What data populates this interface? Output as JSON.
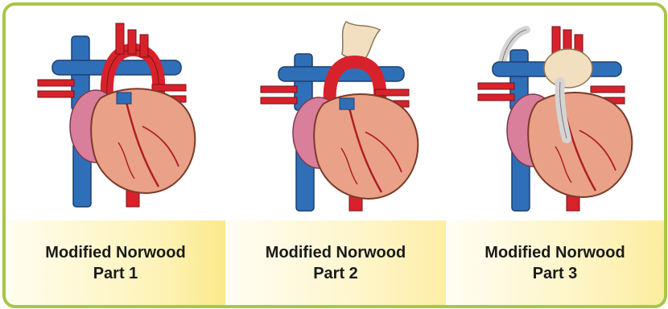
{
  "colors": {
    "border": "#a7c64a",
    "vein_blue": "#2f6fb8",
    "artery_red": "#d8222b",
    "heart_muscle": "#e9a287",
    "atrium_pink": "#d97e9b",
    "patch_tan": "#f2dfbf",
    "shunt_gray": "#d4d4d4",
    "caption_yellow": "#fbe98e"
  },
  "panels": [
    {
      "line1": "Modified Norwood",
      "line2": "Part 1",
      "stage": 1
    },
    {
      "line1": "Modified Norwood",
      "line2": "Part 2",
      "stage": 2
    },
    {
      "line1": "Modified Norwood",
      "line2": "Part 3",
      "stage": 3
    }
  ]
}
